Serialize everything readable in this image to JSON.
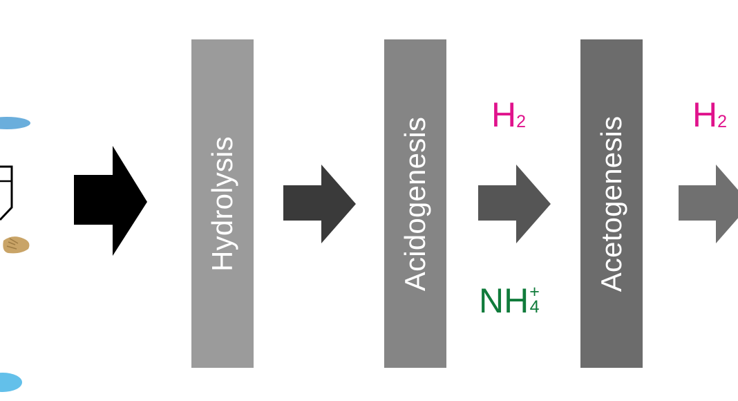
{
  "stages": [
    {
      "id": "hydrolysis",
      "label": "Hydrolysis",
      "color": "#9b9b9b"
    },
    {
      "id": "acidogenesis",
      "label": "Acidogenesis",
      "color": "#858585"
    },
    {
      "id": "acetogenesis",
      "label": "Acetogenesis",
      "color": "#6c6c6c"
    }
  ],
  "products": {
    "h2_after_acidogenesis": {
      "main": "H",
      "sub": "2",
      "color": "#e0138c"
    },
    "h2_after_acetogenesis": {
      "main": "H",
      "sub": "2",
      "color": "#e0138c"
    },
    "ammonium": {
      "main": "NH",
      "charge": "+",
      "sub": "4",
      "color": "#107b3b"
    }
  },
  "arrows": [
    {
      "id": "arrow-input",
      "color": "#000000"
    },
    {
      "id": "arrow-hydrolysis-to-acidogenesis",
      "color": "#3a3a3a"
    },
    {
      "id": "arrow-acidogenesis-to-acetogenesis",
      "color": "#555555"
    },
    {
      "id": "arrow-acetogenesis-out",
      "color": "#707070"
    }
  ],
  "input_illustration": {
    "icon": "organic-matter-illustration",
    "colors": {
      "water": "#5fbde8",
      "seed": "#c8a468",
      "outline": "#000000"
    }
  }
}
